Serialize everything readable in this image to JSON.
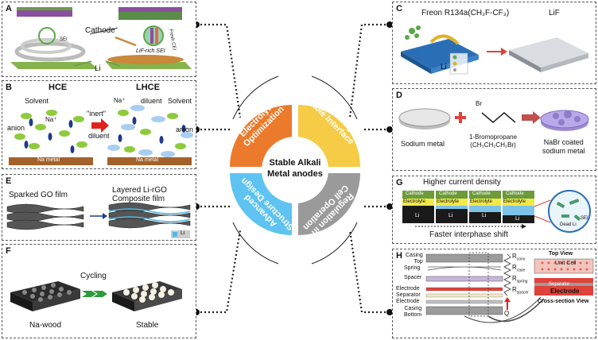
{
  "center": {
    "title_line1": "Stable Alkali",
    "title_line2": "Metal anodes",
    "quadrants": {
      "electrolyte": {
        "line1": "Electrolyte",
        "line2": "Optimization",
        "color": "#ec7a2c"
      },
      "interface": {
        "line1": "Constructing a",
        "line2": "Stable Interface",
        "color": "#f6cb45"
      },
      "structure": {
        "line1": "Advanced",
        "line2": "Structure Design",
        "color": "#5ec3f0"
      },
      "cell": {
        "line1": "Regulation in",
        "line2": "Cell Operation",
        "color": "#9a9a9a"
      }
    }
  },
  "panels": {
    "A": {
      "label": "A",
      "cathode": "Cathode",
      "sei": "SEI",
      "fresh_cei": "Fresh CEI",
      "lif_sei": "LiF-rich SEI",
      "li": "Li"
    },
    "B": {
      "label": "B",
      "hce": "HCE",
      "lhce": "LHCE",
      "solvent_left": "Solvent",
      "na_left": "Na⁺",
      "anion_left": "anion",
      "inert": "\"inert\"",
      "diluent": "diluent",
      "na_right": "Na⁺",
      "diluent_right": "diluent",
      "solvent_right": "Solvent",
      "anion_right": "anion",
      "metal_left": "Na metal",
      "metal_right": "Na metal"
    },
    "C": {
      "label": "C",
      "freon": "Freon R134a(CH₂F-CF₃)",
      "lif": "LiF",
      "li": "Li"
    },
    "D": {
      "label": "D",
      "br": "Br",
      "sodium_metal": "Sodium metal",
      "bromopropane_1": "1-Bromopropane",
      "bromopropane_2": "(CH₃CH₂CH₂Br)",
      "coated_1": "NaBr coated",
      "coated_2": "sodium metal"
    },
    "E": {
      "label": "E",
      "sparked": "Sparked GO film",
      "layered_1": "Layered Li-rGO",
      "layered_2": "Composite film",
      "li_tag": "Li"
    },
    "F": {
      "label": "F",
      "cycling": "Cycling",
      "na_wood": "Na-wood",
      "stable": "Stable"
    },
    "G": {
      "label": "G",
      "title": "Higher current density",
      "cathode": "Cathode",
      "electrolyte": "Electrolyte",
      "li": "Li",
      "shift": "Faster interphase shift",
      "sei": "SEI",
      "dead_li": "Dead Li"
    },
    "H": {
      "label": "H",
      "casing_top_1": "Casing",
      "casing_top_2": "Top",
      "spring": "Spring",
      "spacer": "Spacer",
      "electrode_1": "Electrode",
      "separator": "Separator",
      "electrode_2": "Electrode",
      "casing_bottom_1": "Casing",
      "casing_bottom_2": "Bottom",
      "r_conv": "R",
      "r_conv_sub": "conv",
      "r_case": "R",
      "r_case_sub": "case",
      "r_spring": "R",
      "r_spring_sub": "spring",
      "r_spacer": "R",
      "r_spacer_sub": "spacer",
      "q": "Q",
      "top_view": "Top View",
      "unit_cell": "Unit Cell",
      "separator_right": "Separator",
      "electrode_right": "Electrode",
      "cross_section": "Cross-section View"
    }
  }
}
